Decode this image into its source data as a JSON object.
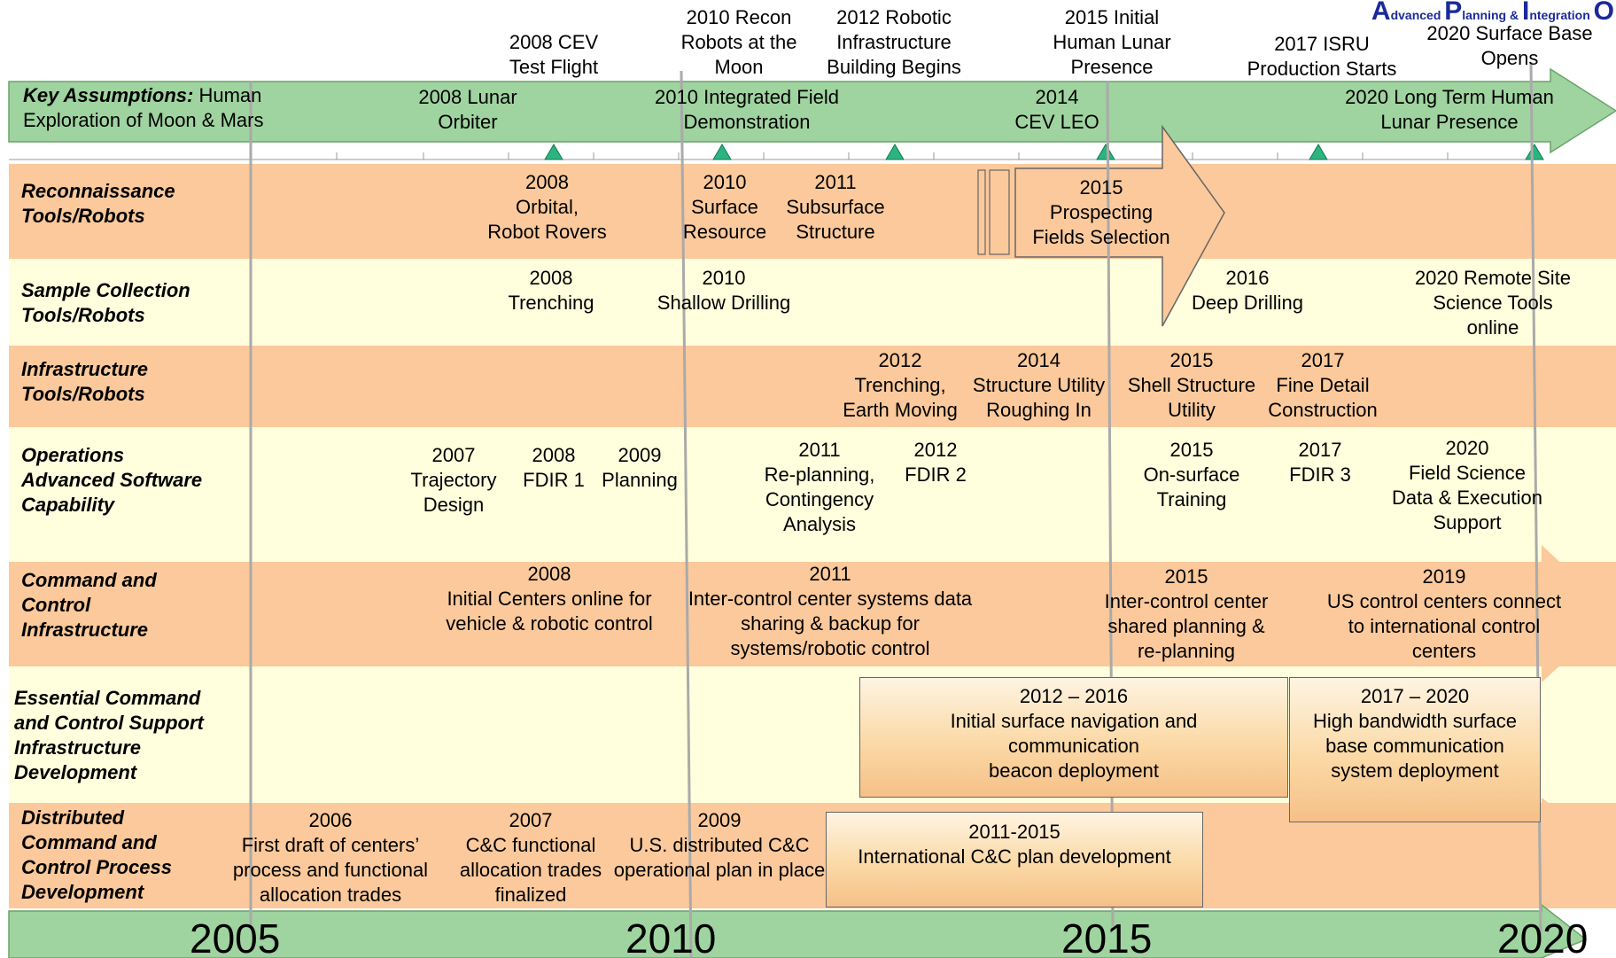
{
  "logo": {
    "parts": [
      "A",
      "dvanced ",
      "P",
      "lanning & ",
      "I",
      "ntegration ",
      "O"
    ]
  },
  "milestones": [
    {
      "text": "2008 CEV\nTest Flight"
    },
    {
      "text": "2010 Recon\nRobots at the\nMoon"
    },
    {
      "text": "2012 Robotic\nInfrastructure\nBuilding Begins"
    },
    {
      "text": "2015 Initial\nHuman Lunar\nPresence"
    },
    {
      "text": "2017 ISRU\nProduction Starts"
    },
    {
      "text": "2020 Surface Base\nOpens"
    }
  ],
  "key_assumptions": {
    "heading": "Key Assumptions:",
    "text": " Human\nExploration of Moon & Mars",
    "items": [
      "2008 Lunar\nOrbiter",
      "2010 Integrated Field\nDemonstration",
      "2014\nCEV LEO",
      "2020 Long Term Human\nLunar Presence"
    ]
  },
  "rows": [
    {
      "label": "Reconnaissance\nTools/Robots"
    },
    {
      "label": "Sample Collection\nTools/Robots"
    },
    {
      "label": "Infrastructure\nTools/Robots"
    },
    {
      "label": "Operations\nAdvanced Software\nCapability"
    },
    {
      "label": "Command and\nControl\nInfrastructure"
    },
    {
      "label": "Essential Command\nand Control Support\nInfrastructure\nDevelopment"
    },
    {
      "label": "Distributed\nCommand and\nControl Process\nDevelopment"
    }
  ],
  "recon": {
    "a": "2008\nOrbital,\nRobot Rovers",
    "b": "2010\nSurface\nResource",
    "c": "2011\nSubsurface\nStructure",
    "arrow": "2015\nProspecting\nFields Selection"
  },
  "sample": {
    "a": "2008\nTrenching",
    "b": "2010\nShallow Drilling",
    "c": "2016\nDeep Drilling",
    "d": "2020 Remote Site\nScience Tools\nonline"
  },
  "infra": {
    "a": "2012\nTrenching,\nEarth Moving",
    "b": "2014\nStructure Utility\nRoughing In",
    "c": "2015\nShell Structure\nUtility",
    "d": "2017\nFine Detail\nConstruction"
  },
  "ops": {
    "a": "2007\nTrajectory\nDesign",
    "b": "2008\nFDIR 1",
    "c": "2009\nPlanning",
    "d": "2011\nRe-planning,\nContingency\nAnalysis",
    "e": "2012\nFDIR 2",
    "f": "2015\nOn-surface\nTraining",
    "g": "2017\nFDIR 3",
    "h": "2020\nField Science\nData & Execution\nSupport"
  },
  "cci": {
    "a": "2008\nInitial Centers online for\nvehicle & robotic control",
    "b": "2011\nInter-control center systems data\nsharing & backup for\nsystems/robotic control",
    "c": "2015\nInter-control center\nshared planning &\nre-planning",
    "d": "2019\nUS control centers connect\nto international control\ncenters"
  },
  "support": {
    "a": "2012 – 2016\nInitial surface navigation and\ncommunication\nbeacon deployment",
    "b": "2017 – 2020\nHigh bandwidth surface\nbase communication\nsystem deployment"
  },
  "distributed": {
    "a": "2006\nFirst draft of centers’\nprocess and functional\nallocation trades",
    "b": "2007\nC&C functional\nallocation trades\nfinalized",
    "c": "2009\nU.S. distributed C&C\noperational plan in place",
    "d": "2011-2015\nInternational C&C plan development"
  },
  "years": [
    "2005",
    "2010",
    "2015",
    "2020"
  ],
  "colors": {
    "green_bar": "#9fd39f",
    "orange_row": "#fbc99b",
    "yellow_row": "#ffffdd",
    "marker": "#2db380",
    "guide": "#aaaaaa",
    "logo": "#1b2a9a"
  }
}
